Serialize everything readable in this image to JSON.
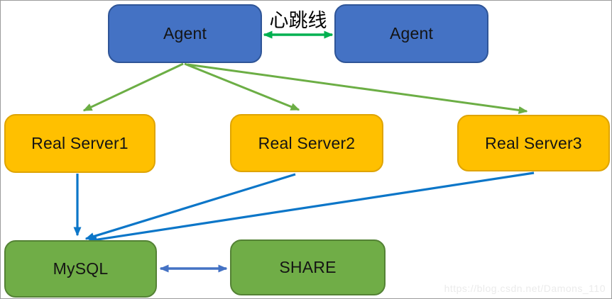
{
  "page": {
    "background": "#ffffff",
    "border_color": "#9b9b9b"
  },
  "nodes": {
    "agent_left": {
      "label": "Agent",
      "fill": "#4472C4",
      "border": "#2F5597"
    },
    "agent_right": {
      "label": "Agent",
      "fill": "#4472C4",
      "border": "#2F5597"
    },
    "real_server_1": {
      "label": "Real Server1",
      "fill": "#FFC000",
      "border": "#DFA400"
    },
    "real_server_2": {
      "label": "Real Server2",
      "fill": "#FFC000",
      "border": "#DFA400"
    },
    "real_server_3": {
      "label": "Real Server3",
      "fill": "#FFC000",
      "border": "#DFA400"
    },
    "mysql": {
      "label": "MySQL",
      "fill": "#70AD47",
      "border": "#548235"
    },
    "share": {
      "label": "SHARE",
      "fill": "#70AD47",
      "border": "#548235"
    }
  },
  "edges": [
    {
      "from": "agent_left",
      "to": "agent_right",
      "label": "心跳线",
      "color": "#00B050",
      "bidirectional": true
    },
    {
      "from": "agent_left",
      "to": "real_server_1",
      "label": "",
      "color": "#6CAE45",
      "bidirectional": false
    },
    {
      "from": "agent_left",
      "to": "real_server_2",
      "label": "",
      "color": "#6CAE45",
      "bidirectional": false
    },
    {
      "from": "agent_left",
      "to": "real_server_3",
      "label": "",
      "color": "#6CAE45",
      "bidirectional": false
    },
    {
      "from": "real_server_1",
      "to": "mysql",
      "label": "",
      "color": "#0C76C8",
      "bidirectional": false
    },
    {
      "from": "real_server_2",
      "to": "mysql",
      "label": "",
      "color": "#0C76C8",
      "bidirectional": false
    },
    {
      "from": "real_server_3",
      "to": "mysql",
      "label": "",
      "color": "#0C76C8",
      "bidirectional": false
    },
    {
      "from": "mysql",
      "to": "share",
      "label": "",
      "color": "#4472C4",
      "bidirectional": true
    }
  ],
  "watermark": "https://blog.csdn.net/Damons_110"
}
